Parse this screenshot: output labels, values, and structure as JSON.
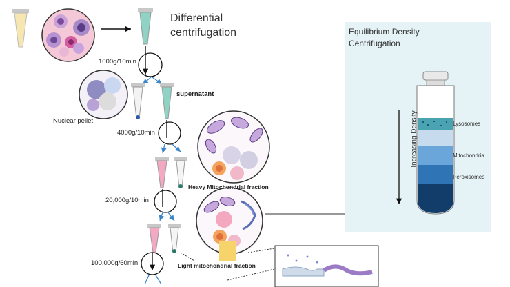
{
  "diagram": {
    "title_line1": "Differential",
    "title_line2": "centrifugation",
    "steps": [
      {
        "speed": "1000g/10min"
      },
      {
        "speed": "4000g/10min"
      },
      {
        "speed": "20,000g/10min"
      },
      {
        "speed": "100,000g/60min"
      }
    ],
    "labels": {
      "supernatant": "supernatant",
      "nuclear_pellet": "Nuclear pellet",
      "heavy_fraction": "Heavy Mitochondrial fraction",
      "light_fraction": "Light mitochondrial fraction"
    },
    "equilibrium": {
      "title_line1": "Equilibrium Density",
      "title_line2": "Centrifugation",
      "axis_label": "Increasing Density",
      "bands": [
        "Lysosomes",
        "Mitochondria",
        "Peroxisomes"
      ]
    },
    "colors": {
      "panel_bg": "#e6f3f6",
      "arrow_blue": "#3a86c8",
      "tube_teal": "#8fd3c4",
      "tube_pink": "#f3a9c4",
      "band_lysosome": "#4aa3b0",
      "band_mito": "#6aa6da",
      "band_perox": "#2f74b5",
      "band_dark": "#123d6b"
    }
  }
}
